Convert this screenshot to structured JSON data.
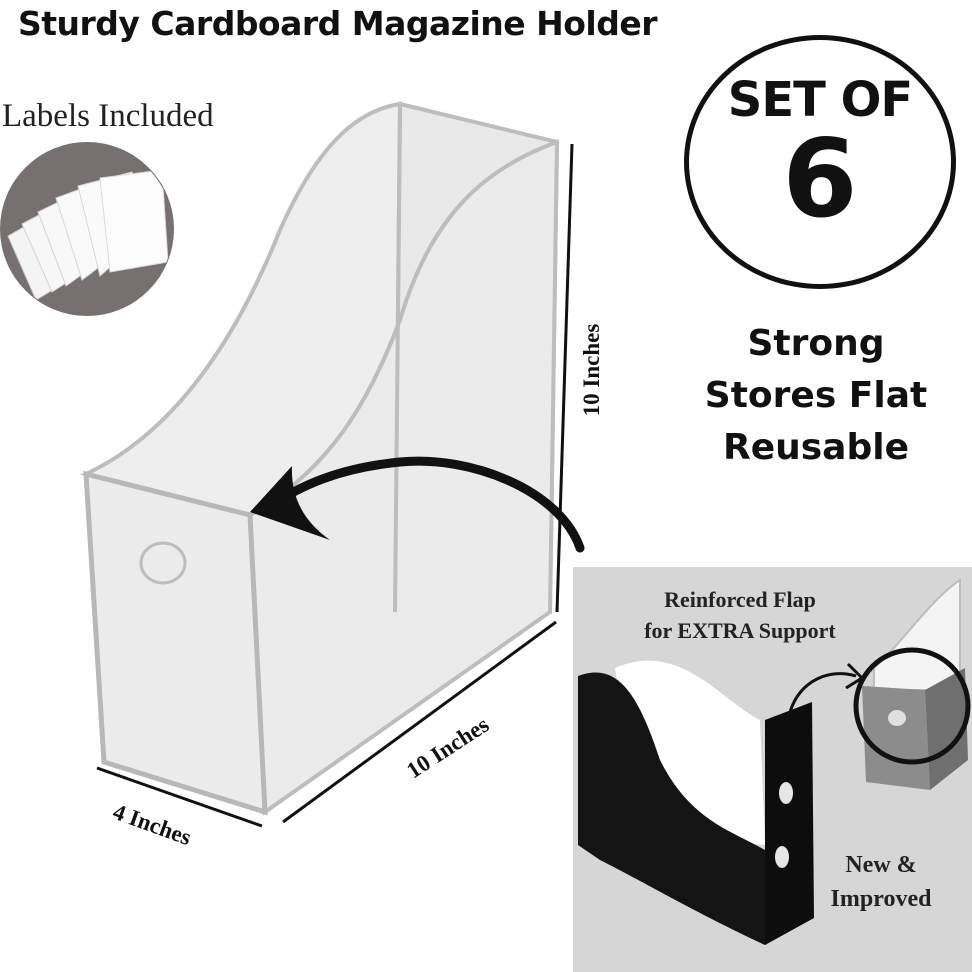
{
  "title": "Sturdy Cardboard Magazine Holder",
  "labels_callout": {
    "text": "Labels Included"
  },
  "set_badge": {
    "line1": "SET OF",
    "line2": "6"
  },
  "features": [
    "Strong",
    "Stores Flat",
    "Reusable"
  ],
  "dimensions": {
    "height": "10 Inches",
    "length": "10 Inches",
    "width": "4 Inches"
  },
  "inset": {
    "caption_line1": "Reinforced Flap",
    "caption_line2": "for EXTRA Support",
    "badge_line1": "New &",
    "badge_line2": "Improved"
  },
  "colors": {
    "background": "#ffffff",
    "ink": "#111111",
    "box_fill": "#ebebeb",
    "box_outline": "#b8b8b8",
    "inset_bg": "#d6d6d6",
    "labels_circle": "#767070"
  }
}
